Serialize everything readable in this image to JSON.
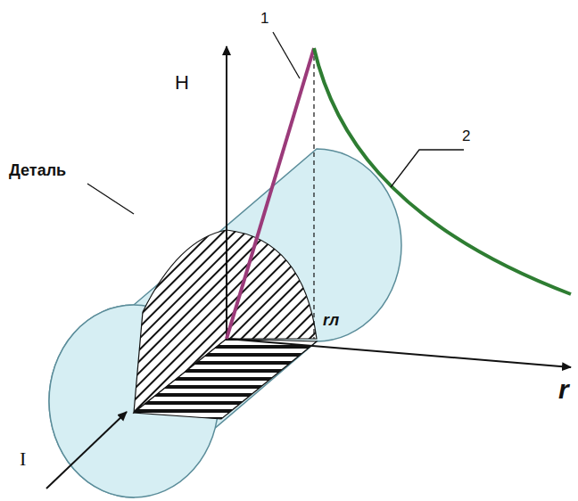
{
  "diagram": {
    "labels": [
      "1",
      "2",
      "Деталь",
      "H",
      "rл",
      "r",
      "I"
    ]
  }
}
